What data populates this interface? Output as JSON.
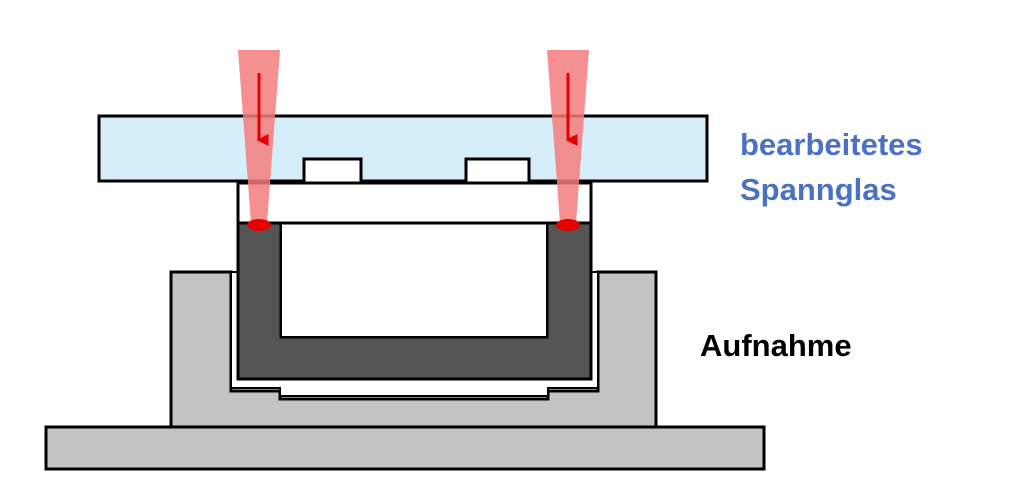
{
  "labels": {
    "glass_line1": "bearbeitetes",
    "glass_line2": "Spannglas",
    "fixture": "Aufnahme"
  },
  "colors": {
    "glass_fill": "#d6eefa",
    "glass_label": "#4a71c4",
    "fixture_label": "#000000",
    "fixture_fill": "#c3c3c3",
    "frame_fill": "#545454",
    "laser_beam": "#f47b7b",
    "laser_arrow": "#e60000",
    "outline": "#000000",
    "background": "#ffffff"
  }
}
